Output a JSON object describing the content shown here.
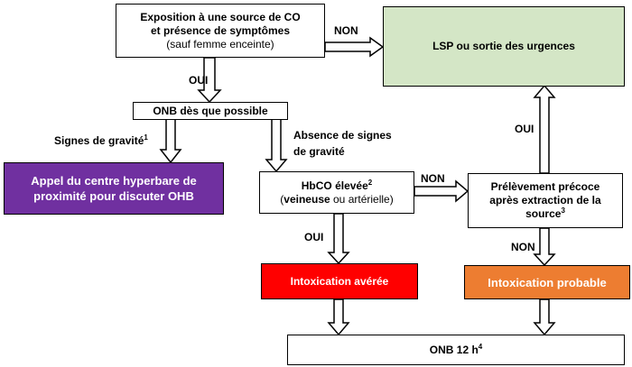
{
  "nodes": {
    "exposure": {
      "line1": "Exposition à une source de CO",
      "line2": "et présence de symptômes",
      "line3": "(sauf femme enceinte)"
    },
    "lsp": {
      "text": "LSP ou sortie des urgences",
      "fill": "#d4e6c6"
    },
    "onb_first": {
      "text": "ONB dès que possible"
    },
    "hyperbare": {
      "line1": "Appel du centre hyperbare de",
      "line2": "proximité pour discuter OHB",
      "fill": "#7030a0"
    },
    "hbco": {
      "line1": "HbCO élevée",
      "sup": "2",
      "line2_bold": "veineuse",
      "line2_rest": " ou artérielle)",
      "line2_open": "("
    },
    "prelevement": {
      "line1": "Prélèvement précoce",
      "line2": "après extraction de la",
      "line3": "source",
      "sup": "3"
    },
    "intox_averee": {
      "text": "Intoxication avérée",
      "fill": "#ff0000"
    },
    "intox_probable": {
      "text": "Intoxication probable",
      "fill": "#ed7d31"
    },
    "onb_final": {
      "text": "ONB 12 h",
      "sup": "4"
    }
  },
  "edges": {
    "non_top": "NON",
    "oui_top": "OUI",
    "gravite": "Signes de gravité",
    "gravite_sup": "1",
    "absence_line1": "Absence de signes",
    "absence_line2": "de gravité",
    "non_mid": "NON",
    "oui_right": "OUI",
    "oui_left": "OUI",
    "non_right": "NON"
  }
}
